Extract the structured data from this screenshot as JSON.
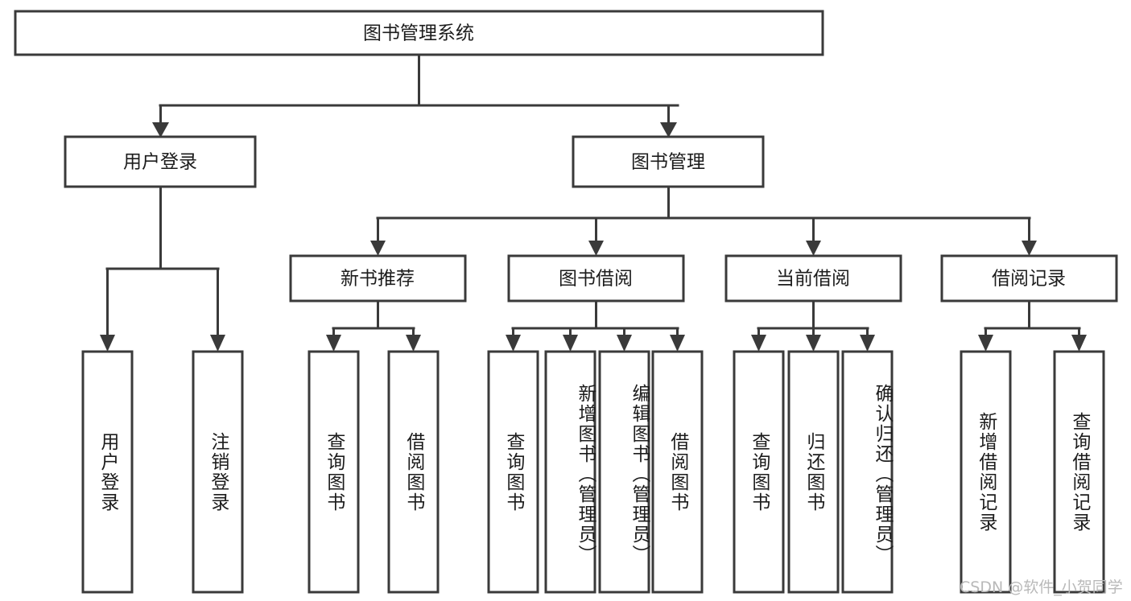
{
  "diagram": {
    "type": "tree-hierarchy",
    "orientation": "top-down",
    "root": {
      "label": "图书管理系统"
    },
    "level2": [
      {
        "label": "用户登录"
      },
      {
        "label": "图书管理"
      }
    ],
    "level3": [
      {
        "label": "新书推荐",
        "parent": "图书管理"
      },
      {
        "label": "图书借阅",
        "parent": "图书管理"
      },
      {
        "label": "当前借阅",
        "parent": "图书管理"
      },
      {
        "label": "借阅记录",
        "parent": "图书管理"
      }
    ],
    "leaves": {
      "user_login": [
        {
          "label": "用户登录"
        },
        {
          "label": "注销登录"
        }
      ],
      "new_book_recommend": [
        {
          "label": "查询图书"
        },
        {
          "label": "借阅图书"
        }
      ],
      "book_borrow": [
        {
          "label": "查询图书"
        },
        {
          "label": "新增图书（管理员）"
        },
        {
          "label": "编辑图书（管理员）"
        },
        {
          "label": "借阅图书"
        }
      ],
      "current_borrow": [
        {
          "label": "查询图书"
        },
        {
          "label": "归还图书"
        },
        {
          "label": "确认归还（管理员）"
        }
      ],
      "borrow_record": [
        {
          "label": "新增借阅记录"
        },
        {
          "label": "查询借阅记录"
        }
      ]
    }
  },
  "watermark": {
    "text": "CSDN @软件_小贺同学"
  },
  "colors": {
    "stroke": "#3a3a3a",
    "box_fill": "#ffffff",
    "text": "#1c1c1c",
    "watermark": "#b9b9b9",
    "background": "#ffffff"
  }
}
